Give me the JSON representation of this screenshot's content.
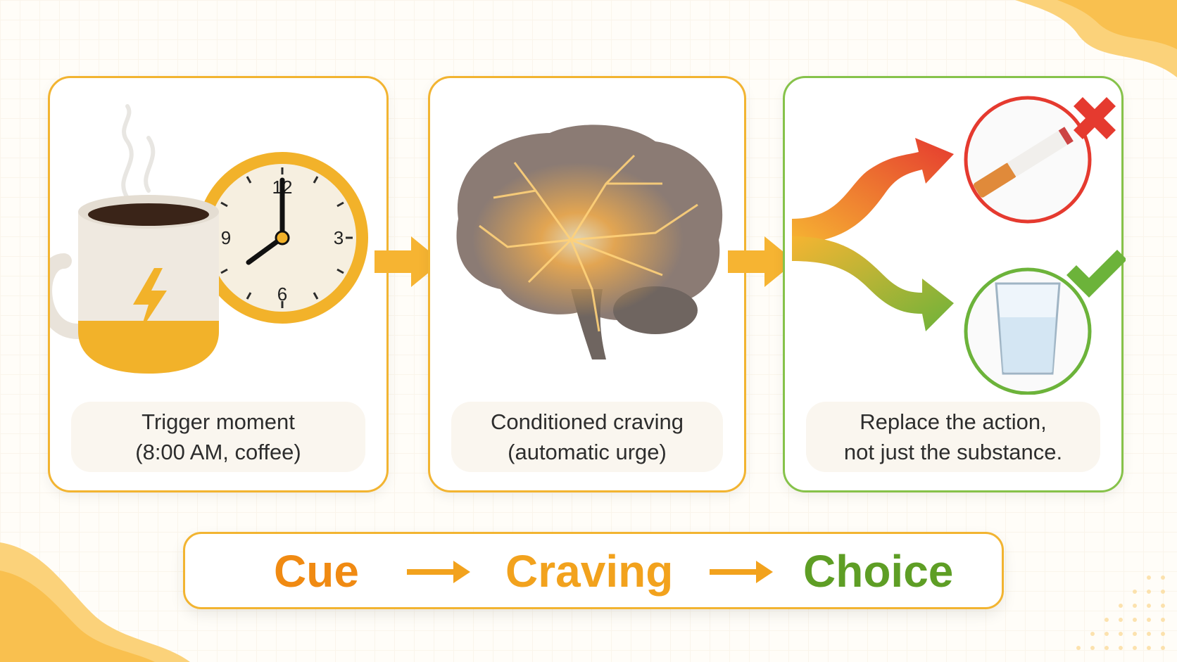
{
  "panels": [
    {
      "line1": "Trigger moment",
      "line2": "(8:00 AM, coffee)",
      "border": "#f2b431"
    },
    {
      "line1": "Conditioned craving",
      "line2": "(automatic urge)",
      "border": "#f2b431"
    },
    {
      "line1": "Replace the action,",
      "line2": "not just the substance.",
      "border": "#86c24a"
    }
  ],
  "clock": {
    "n12": "12",
    "n3": "3",
    "n6": "6",
    "n9": "9"
  },
  "flow": {
    "cue": "Cue",
    "craving": "Craving",
    "choice": "Choice"
  },
  "colors": {
    "orange": "#f2b431",
    "green": "#86c24a",
    "red": "#e53a2f",
    "cue": "#f08a12",
    "choice": "#5e9e25"
  },
  "icons": [
    "coffee-mug-icon",
    "lightning-icon",
    "clock-icon",
    "brain-icon",
    "cigarette-icon",
    "cross-icon",
    "water-glass-icon",
    "check-icon"
  ]
}
